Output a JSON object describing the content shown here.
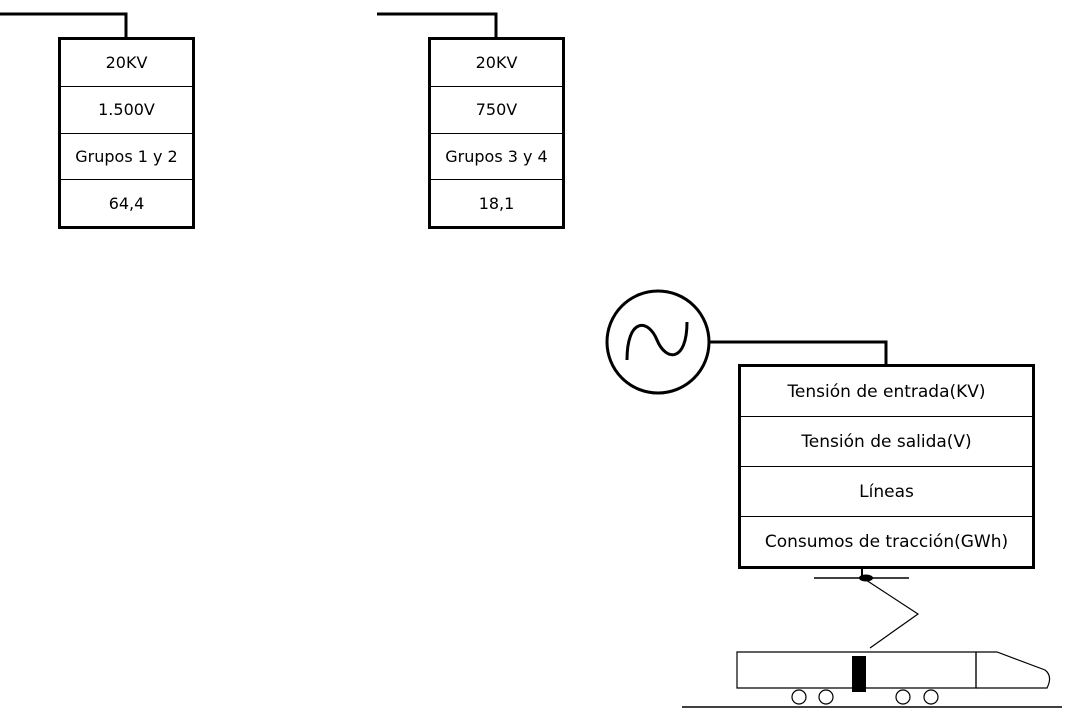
{
  "substations": [
    {
      "cells": [
        "20KV",
        "1.500V",
        "Grupos 1 y 2",
        "64,4"
      ]
    },
    {
      "cells": [
        "20KV",
        "750V",
        "Grupos 3 y 4",
        "18,1"
      ]
    }
  ],
  "legend": {
    "cells": [
      "Tensión de entrada(KV)",
      "Tensión de salida(V)",
      "Líneas",
      "Consumos de tracción(GWh)"
    ]
  },
  "icons": [
    "ac-generator-icon",
    "pantograph-icon",
    "train-icon"
  ]
}
